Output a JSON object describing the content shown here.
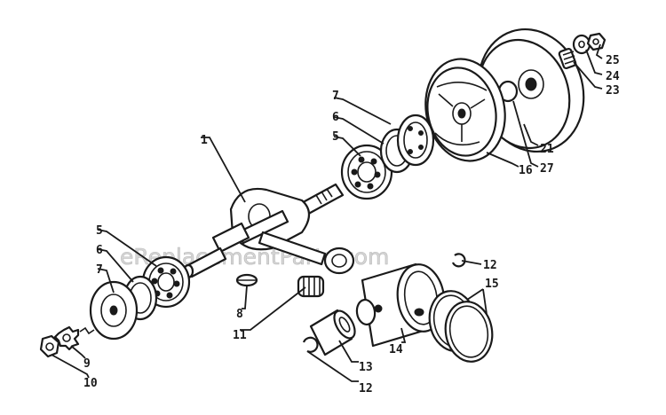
{
  "watermark": "eReplacementParts.com",
  "callouts": {
    "c1": "1",
    "c5a": "5",
    "c6a": "6",
    "c7a": "7",
    "c5b": "5",
    "c6b": "6",
    "c7b": "7",
    "c8": "8",
    "c9": "9",
    "c10": "10",
    "c11": "11",
    "c12a": "12",
    "c12b": "12",
    "c13": "13",
    "c14": "14",
    "c15": "15",
    "c16": "16",
    "c21": "21",
    "c23": "23",
    "c24": "24",
    "c25": "25",
    "c27": "27"
  }
}
